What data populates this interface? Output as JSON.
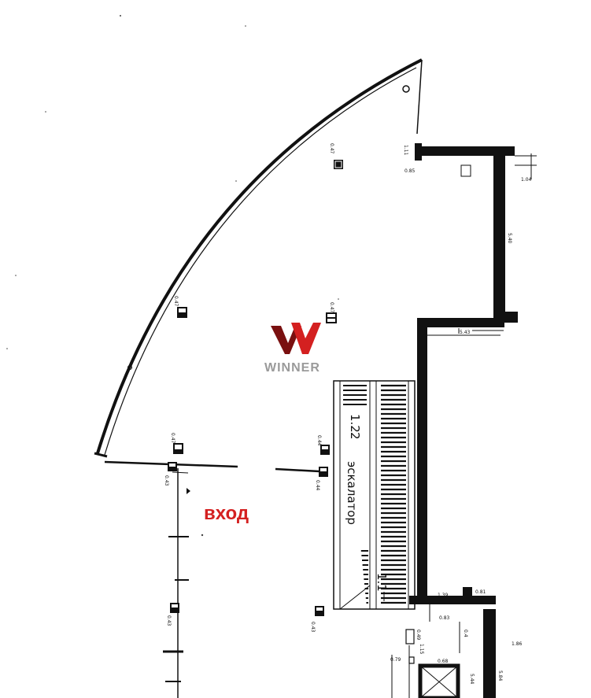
{
  "labels": {
    "entrance": "вход",
    "escalator": "эскалатор",
    "escalator_level_top": "1.2",
    "escalator_num": "2",
    "escalator_level_bottom": "1.1"
  },
  "logo": {
    "text": "WINNER",
    "color_left": "#7a1010",
    "color_right": "#d42020",
    "text_color": "#9a9a9a"
  },
  "columns": {
    "c1": "0.47",
    "c2": "0.47",
    "c3": "0.47",
    "c4": "0.47",
    "c5": "0.44",
    "c6": "0.44",
    "c7": "0.43",
    "c8": "0.43",
    "c9": "0.43"
  },
  "dims": {
    "d1": "1.11",
    "d2": "0.85",
    "d3": "5.40",
    "d4": "1.04",
    "d5": "5.43",
    "d6": "1.39",
    "d7": "0.81",
    "d8": "0.83",
    "d9": "1.15",
    "d10": "0.79",
    "d11": "0.68",
    "d12": "0.4",
    "d13": "1.86",
    "d14": "5.44",
    "d15": "5.84",
    "d16": "0.49"
  },
  "colors": {
    "wall": "#111111",
    "entrance": "#d42020"
  }
}
